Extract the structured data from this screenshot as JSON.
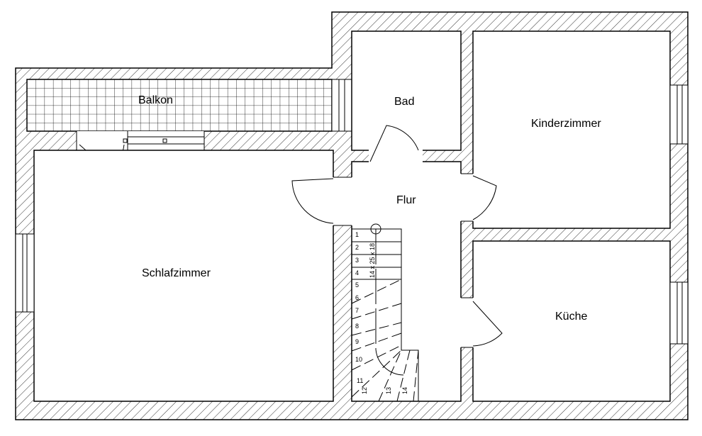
{
  "rooms": {
    "balkon": "Balkon",
    "bad": "Bad",
    "kinderzimmer": "Kinderzimmer",
    "flur": "Flur",
    "schlafzimmer": "Schlafzimmer",
    "kueche": "Küche"
  },
  "stairs": {
    "dimension": "14 x 25 x 18",
    "steps": [
      "1",
      "2",
      "3",
      "4",
      "5",
      "6",
      "7",
      "8",
      "9",
      "10",
      "11",
      "12",
      "13",
      "14"
    ]
  }
}
